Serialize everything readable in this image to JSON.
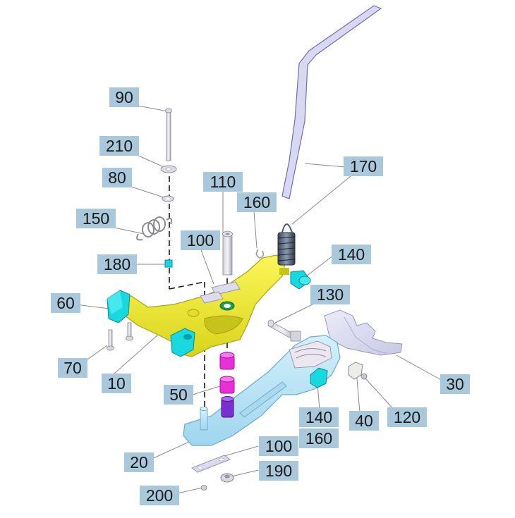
{
  "diagram": {
    "labels": [
      {
        "id": "c90",
        "text": "90"
      },
      {
        "id": "c210",
        "text": "210"
      },
      {
        "id": "c80",
        "text": "80"
      },
      {
        "id": "c150",
        "text": "150"
      },
      {
        "id": "c180",
        "text": "180"
      },
      {
        "id": "c60",
        "text": "60"
      },
      {
        "id": "c70",
        "text": "70"
      },
      {
        "id": "c10",
        "text": "10"
      },
      {
        "id": "c110",
        "text": "110"
      },
      {
        "id": "c160a",
        "text": "160"
      },
      {
        "id": "c100a",
        "text": "100"
      },
      {
        "id": "c170",
        "text": "170"
      },
      {
        "id": "c140a",
        "text": "140"
      },
      {
        "id": "c130",
        "text": "130"
      },
      {
        "id": "c30",
        "text": "30"
      },
      {
        "id": "c50",
        "text": "50"
      },
      {
        "id": "c140b",
        "text": "140"
      },
      {
        "id": "c160b",
        "text": "160"
      },
      {
        "id": "c40",
        "text": "40"
      },
      {
        "id": "c120",
        "text": "120"
      },
      {
        "id": "c20",
        "text": "20"
      },
      {
        "id": "c100b",
        "text": "100"
      },
      {
        "id": "c190",
        "text": "190"
      },
      {
        "id": "c200",
        "text": "200"
      }
    ],
    "colors": {
      "callout_bg": "#aac8dc",
      "lever": "#f2ee2e",
      "base": "#b9e2f5",
      "plate": "#dcdcf0",
      "bushing": "#e830d8",
      "bushing_dark": "#7a30d0",
      "spring": "#5a6a80",
      "clip": "#18d8e0",
      "leader": "#8a8a8a"
    }
  }
}
